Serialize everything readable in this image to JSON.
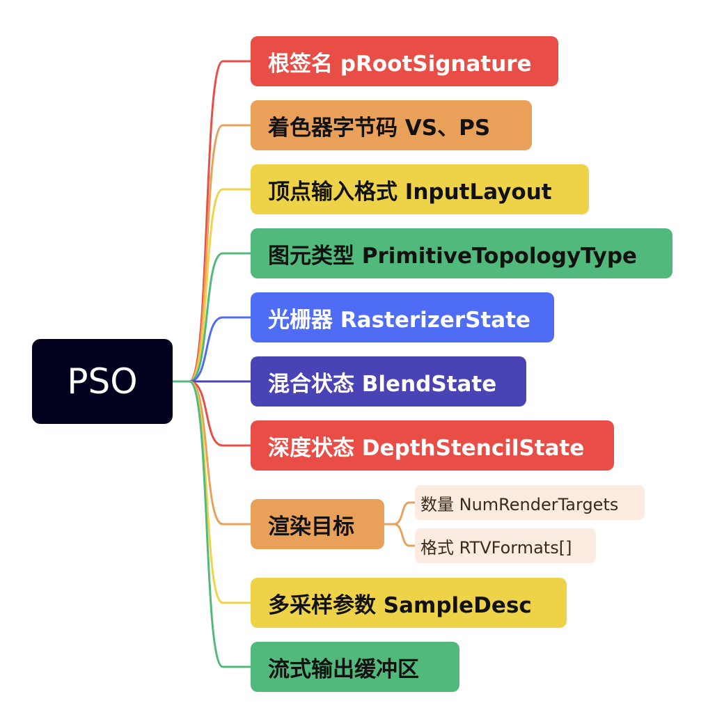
{
  "root": {
    "label": "PSO",
    "color": "#02021e"
  },
  "branches": [
    {
      "label": "根签名 pRootSignature",
      "color": "#e84e45",
      "text": "light"
    },
    {
      "label": "着色器字节码 VS、PS",
      "color": "#e9a15a",
      "text": "dark"
    },
    {
      "label": "顶点输入格式 InputLayout",
      "color": "#eed349",
      "text": "dark"
    },
    {
      "label": "图元类型 PrimitiveTopologyType",
      "color": "#52b97c",
      "text": "dark"
    },
    {
      "label": "光栅器 RasterizerState",
      "color": "#4f6cf5",
      "text": "light"
    },
    {
      "label": "混合状态 BlendState",
      "color": "#4a43b6",
      "text": "light"
    },
    {
      "label": "深度状态 DepthStencilState",
      "color": "#e84e45",
      "text": "light"
    },
    {
      "label": "渲染目标",
      "color": "#e9a15a",
      "text": "dark",
      "children": [
        {
          "label": "数量 NumRenderTargets"
        },
        {
          "label": "格式 RTVFormats[]"
        }
      ]
    },
    {
      "label": "多采样参数 SampleDesc",
      "color": "#eed349",
      "text": "dark"
    },
    {
      "label": "流式输出缓冲区",
      "color": "#52b97c",
      "text": "dark"
    }
  ],
  "sub_background": "#fcebe0"
}
